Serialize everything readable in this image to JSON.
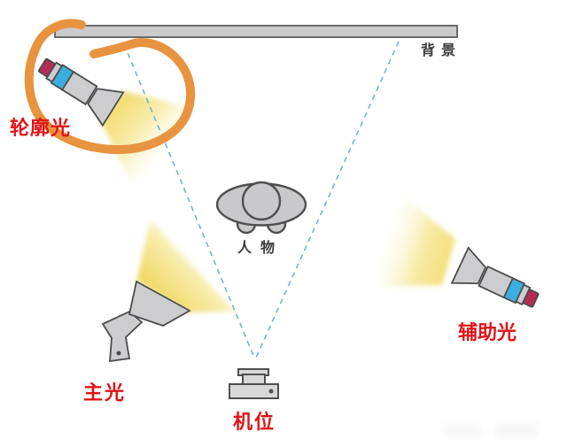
{
  "diagram": {
    "type": "studio-lighting-setup-top-view",
    "labels": {
      "background": "背景",
      "rim_light": "轮廓光",
      "subject": "人物",
      "key_light": "主光",
      "camera": "机位",
      "fill_light": "辅助光"
    },
    "annotations": {
      "highlight_circle_target": "rim_light"
    },
    "colors": {
      "label_red": "#e01417",
      "label_dark": "#3c3c3c",
      "annotation_orange": "#e8933f",
      "dashed_line": "#76b1c9",
      "cone_yellow": "#f0d964",
      "flashlight_band_blue": "#3aaee0",
      "flashlight_cap_red": "#b42b56",
      "equipment_gray": "#c9c9cb"
    }
  }
}
